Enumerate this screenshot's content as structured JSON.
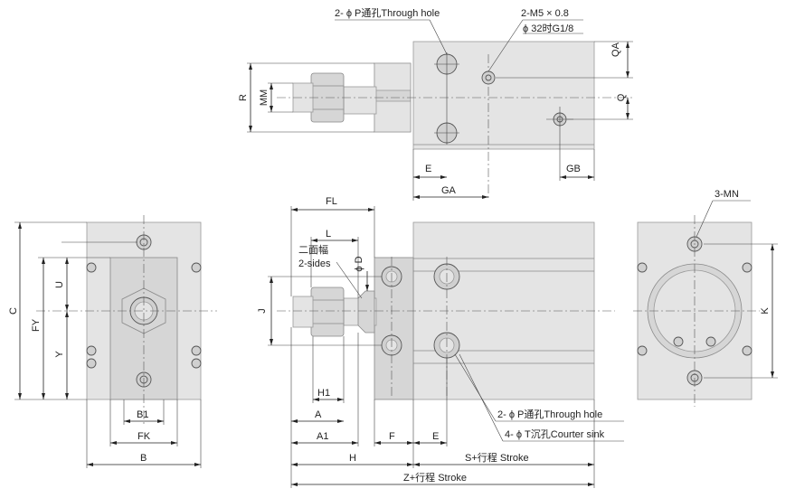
{
  "top_view": {
    "callout_through_hole": "2- ϕ P通孔Through hole",
    "callout_port": "2-M5 × 0.8",
    "callout_port_32": "ϕ 32时G1/8",
    "dims": {
      "R": "R",
      "MM": "MM",
      "QA": "QA",
      "Q": "Q",
      "E": "E",
      "GA": "GA",
      "GB": "GB"
    }
  },
  "left_view": {
    "dims": {
      "C": "C",
      "FY": "FY",
      "U": "U",
      "Y": "Y",
      "B1": "B1",
      "FK": "FK",
      "B": "B"
    }
  },
  "front_view": {
    "dims": {
      "FL": "FL",
      "L": "L",
      "D": "ϕ D",
      "J": "J",
      "H1": "H1",
      "A": "A",
      "A1": "A1",
      "F": "F",
      "E": "E",
      "H": "H"
    },
    "two_sides_cn": "二面幅",
    "two_sides_en": "2-sides",
    "callout_through_hole": "2- ϕ P通孔Through hole",
    "callout_counter_sink": "4- ϕ T沉孔Courter sink",
    "stroke_label": "S+行程 Stroke",
    "total_label": "Z+行程 Stroke"
  },
  "right_view": {
    "callout_mn": "3-MN",
    "dims": {
      "K": "K"
    }
  }
}
